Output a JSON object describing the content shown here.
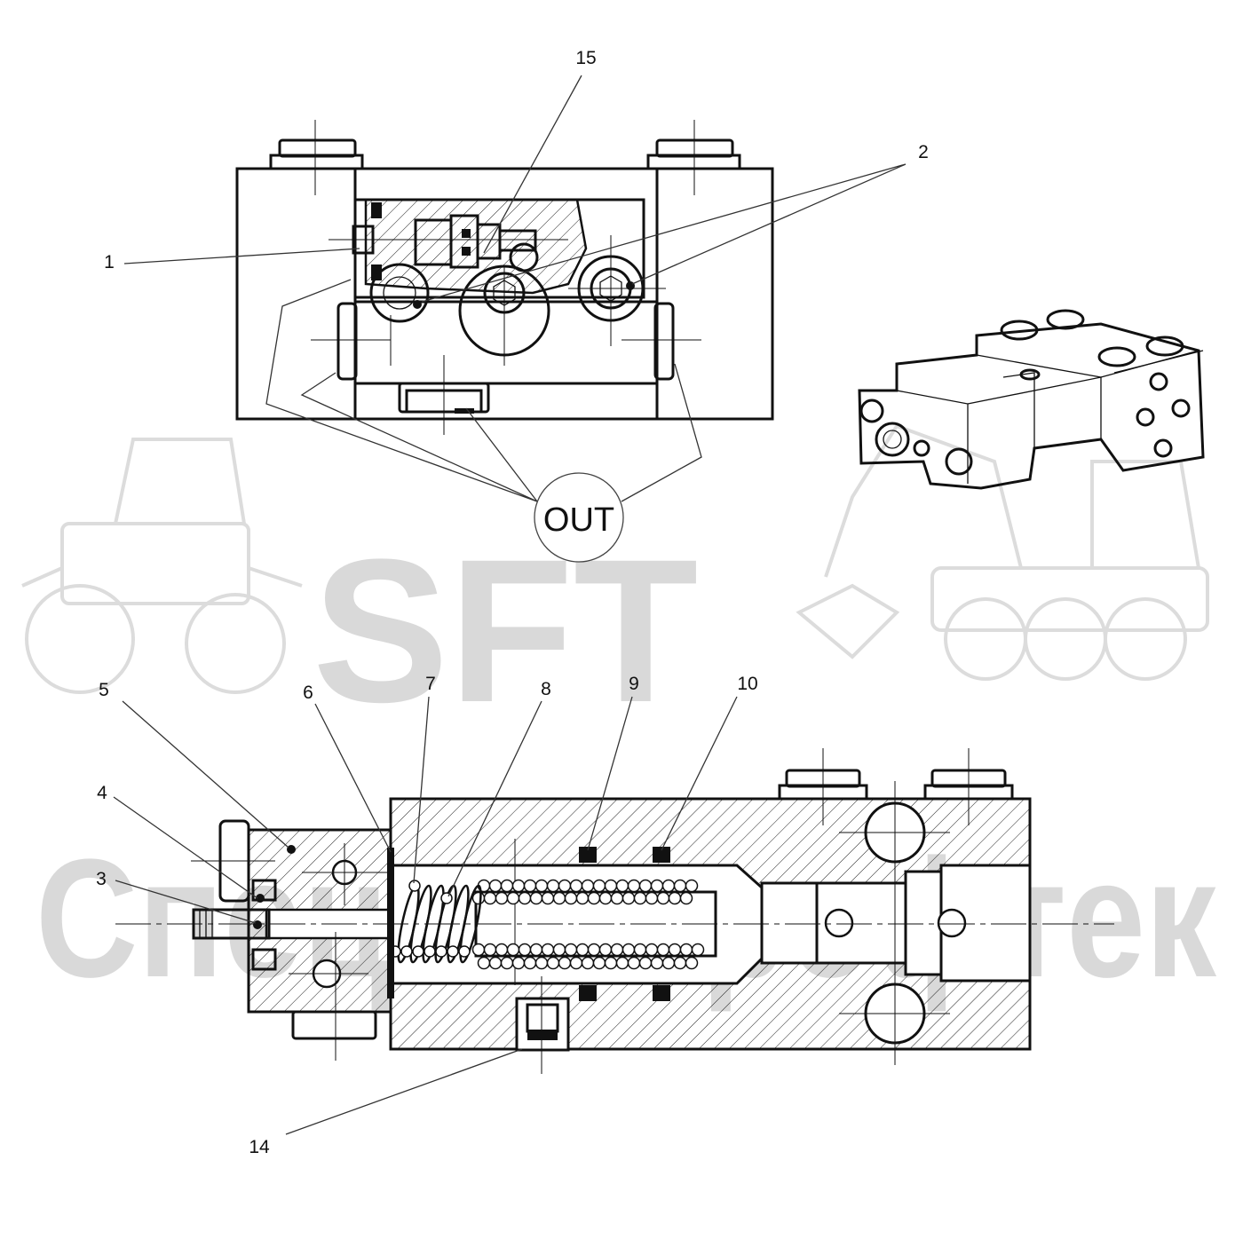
{
  "watermark": {
    "logo_text": "SFT",
    "company_text": "Спецтехпрофтек",
    "color": "#d9d9d9"
  },
  "callouts": {
    "c1": "1",
    "c2": "2",
    "c3": "3",
    "c4": "4",
    "c5": "5",
    "c6": "6",
    "c7": "7",
    "c8": "8",
    "c9": "9",
    "c10": "10",
    "c14": "14",
    "c15": "15"
  },
  "port_label": "OUT",
  "colors": {
    "line": "#111111",
    "background": "#ffffff",
    "leader": "#333333"
  }
}
